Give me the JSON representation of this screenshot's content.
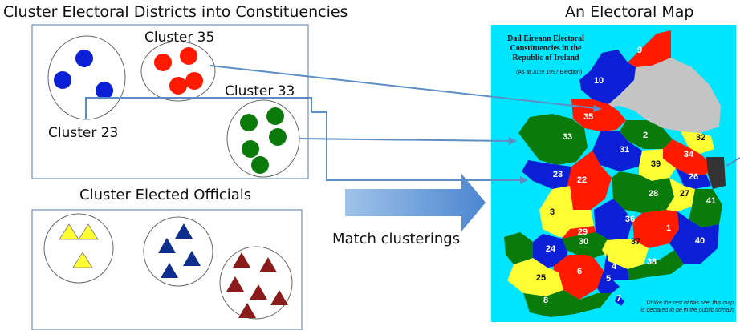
{
  "titles": {
    "left": "Cluster Electoral Districts into Constituencies",
    "right": "An Electoral Map"
  },
  "labels": {
    "elected": "Cluster Elected Officials",
    "match": "Match clusterings",
    "cluster35": "Cluster 35",
    "cluster33": "Cluster 33",
    "cluster23": "Cluster 23"
  },
  "map": {
    "title_lines": [
      "Dail Eireann Electoral",
      "Constituencies in the",
      "Republic of Ireland"
    ],
    "subtitle": "(As at June 1997 Election)",
    "note_lines": [
      "Unlike the rest of this site, this map",
      "is declared to be in the public domain"
    ],
    "constituency_numbers": [
      "9",
      "10",
      "35",
      "2",
      "32",
      "33",
      "31",
      "34",
      "39",
      "26",
      "23",
      "22",
      "28",
      "27",
      "41",
      "3",
      "36",
      "29",
      "1",
      "24",
      "30",
      "37",
      "40",
      "4",
      "38",
      "6",
      "25",
      "5",
      "7",
      "8"
    ]
  },
  "colors": {
    "blue": "#0a1fd6",
    "red": "#ff1a00",
    "green": "#0a7a0a",
    "yellow": "#ffff33",
    "navy": "#0d2f8c",
    "maroon": "#8b1a1a",
    "sea": "#00e5ff",
    "arrow": "#5b8ec6"
  }
}
